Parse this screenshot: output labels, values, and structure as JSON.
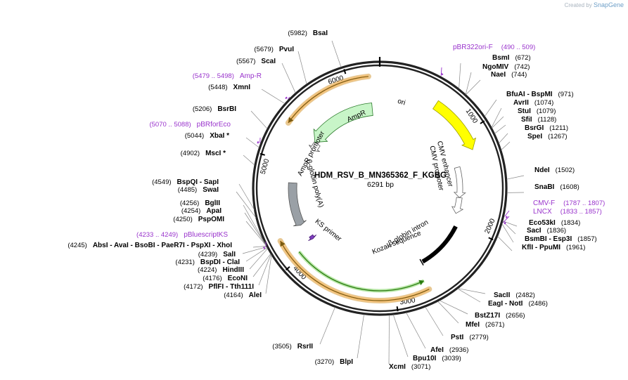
{
  "watermark": {
    "created_by": "Created by",
    "brand": "SnapGene"
  },
  "plasmid": {
    "name": "HDM_RSV_B_MN365362_F_KGBG",
    "length": 6291,
    "size_label": "6291 bp"
  },
  "ticks": [
    {
      "pos": 1000,
      "label": "1000"
    },
    {
      "pos": 2000,
      "label": "2000"
    },
    {
      "pos": 3000,
      "label": "3000"
    },
    {
      "pos": 4000,
      "label": "4000"
    },
    {
      "pos": 5000,
      "label": "5000"
    },
    {
      "pos": 6000,
      "label": "6000"
    }
  ],
  "features": [
    {
      "name": "ori",
      "start": 590,
      "end": 1178,
      "type": "rep_origin",
      "color": "#ffff00",
      "dir": 1
    },
    {
      "name": "CMV enhancer",
      "start": 1310,
      "end": 1690,
      "type": "enhancer",
      "color": "#ffffff",
      "dir": 1
    },
    {
      "name": "CMV promoter",
      "start": 1691,
      "end": 1893,
      "type": "promoter",
      "color": "#ffffff",
      "dir": 1
    },
    {
      "name": "β-globin intron",
      "start": 2040,
      "end": 2616,
      "type": "intron",
      "color": "#000000",
      "dir": 1
    },
    {
      "name": "Kozak sequence",
      "start": 2625,
      "end": 2635,
      "type": "misc",
      "color": "#000000",
      "dir": 1
    },
    {
      "name": "KS primer",
      "start": 4070,
      "end": 4110,
      "type": "primer",
      "color": "#7f3fbf",
      "dir": -1
    },
    {
      "name": "β-globin poly(A)",
      "start": 4280,
      "end": 4780,
      "type": "polyA",
      "color": "#9aa0a6",
      "dir": -1
    },
    {
      "name": "AmpR promoter",
      "start": 5232,
      "end": 5336,
      "type": "promoter",
      "color": "#ffffff",
      "dir": -1
    },
    {
      "name": "AmpR",
      "start": 5337,
      "end": 6197,
      "type": "CDS",
      "color": "#c8f5c8",
      "dir": -1
    }
  ],
  "orfs": [
    {
      "start": 2690,
      "end": 4230,
      "dir": 1
    },
    {
      "start": 5340,
      "end": 6190,
      "dir": -1
    }
  ],
  "primers": [
    {
      "label": "pBR322ori-F",
      "range": "(490 .. 509)",
      "pos": 500
    },
    {
      "label": "CMV-F",
      "range": "(1787 .. 1807)",
      "pos": 1797
    },
    {
      "label": "LNCX",
      "range": "(1833 .. 1857)",
      "pos": 1845
    },
    {
      "label": "pBluescriptKS",
      "range": "(4233 .. 4249)",
      "pos": 4241
    },
    {
      "label": "pBRforEco",
      "range": "(5070 .. 5088)",
      "pos": 5079
    },
    {
      "label": "Amp-R",
      "range": "(5479 .. 5498)",
      "pos": 5488
    }
  ],
  "sites": [
    {
      "text": "BsmI",
      "num": "(672)",
      "pos": 672
    },
    {
      "text": "NgoMIV",
      "num": "(742)",
      "pos": 742
    },
    {
      "text": "NaeI",
      "num": "(744)",
      "pos": 744
    },
    {
      "text": "BfuAI - BspMI",
      "num": "(971)",
      "pos": 971
    },
    {
      "text": "AvrII",
      "num": "(1074)",
      "pos": 1074
    },
    {
      "text": "StuI",
      "num": "(1079)",
      "pos": 1079
    },
    {
      "text": "SfiI",
      "num": "(1128)",
      "pos": 1128
    },
    {
      "text": "BsrGI",
      "num": "(1211)",
      "pos": 1211
    },
    {
      "text": "SpeI",
      "num": "(1267)",
      "pos": 1267
    },
    {
      "text": "NdeI",
      "num": "(1502)",
      "pos": 1502
    },
    {
      "text": "SnaBI",
      "num": "(1608)",
      "pos": 1608
    },
    {
      "text": "Eco53kI",
      "num": "(1834)",
      "pos": 1834
    },
    {
      "text": "SacI",
      "num": "(1836)",
      "pos": 1836
    },
    {
      "text": "BsmBI - Esp3I",
      "num": "(1857)",
      "pos": 1857
    },
    {
      "text": "KflI - PpuMI",
      "num": "(1961)",
      "pos": 1961
    },
    {
      "text": "SacII",
      "num": "(2482)",
      "pos": 2482
    },
    {
      "text": "EagI - NotI",
      "num": "(2486)",
      "pos": 2486
    },
    {
      "text": "BstZ17I",
      "num": "(2656)",
      "pos": 2656
    },
    {
      "text": "MfeI",
      "num": "(2671)",
      "pos": 2671
    },
    {
      "text": "PstI",
      "num": "(2779)",
      "pos": 2779
    },
    {
      "text": "AfeI",
      "num": "(2936)",
      "pos": 2936
    },
    {
      "text": "Bpu10I",
      "num": "(3039)",
      "pos": 3039
    },
    {
      "text": "XcmI",
      "num": "(3071)",
      "pos": 3071
    },
    {
      "text": "BlpI",
      "num": "(3270)",
      "pos": 3270
    },
    {
      "text": "RsrII",
      "num": "(3505)",
      "pos": 3505
    },
    {
      "text": "AleI",
      "num": "(4164)",
      "pos": 4164
    },
    {
      "text": "PflFI - Tth111I",
      "num": "(4172)",
      "pos": 4172
    },
    {
      "text": "EcoNI",
      "num": "(4176)",
      "pos": 4176
    },
    {
      "text": "HindIII",
      "num": "(4224)",
      "pos": 4224
    },
    {
      "text": "BspDI - ClaI",
      "num": "(4231)",
      "pos": 4231
    },
    {
      "text": "SalI",
      "num": "(4239)",
      "pos": 4239
    },
    {
      "text": "AbsI - AvaI - BsoBI - PaeR7I - PspXI - XhoI",
      "num": "(4245)",
      "pos": 4245
    },
    {
      "text": "PspOMI",
      "num": "(4250)",
      "pos": 4250
    },
    {
      "text": "ApaI",
      "num": "(4254)",
      "pos": 4254
    },
    {
      "text": "BglII",
      "num": "(4256)",
      "pos": 4256
    },
    {
      "text": "SwaI",
      "num": "(4485)",
      "pos": 4485
    },
    {
      "text": "BspQI - SapI",
      "num": "(4549)",
      "pos": 4549
    },
    {
      "text": "MscI *",
      "num": "(4902)",
      "pos": 4902
    },
    {
      "text": "XbaI *",
      "num": "(5044)",
      "pos": 5044
    },
    {
      "text": "BsrBI",
      "num": "(5206)",
      "pos": 5206
    },
    {
      "text": "XmnI",
      "num": "(5448)",
      "pos": 5448
    },
    {
      "text": "ScaI",
      "num": "(5567)",
      "pos": 5567
    },
    {
      "text": "PvuI",
      "num": "(5679)",
      "pos": 5679
    },
    {
      "text": "BsaI",
      "num": "(5982)",
      "pos": 5982
    }
  ],
  "colors": {
    "primer": "#9933cc",
    "orf_fill": "#f5c27a",
    "orf_stroke": "#d49a3a",
    "orf_arrow": "#7a5a10",
    "green_arrow": "#2a7a10"
  }
}
